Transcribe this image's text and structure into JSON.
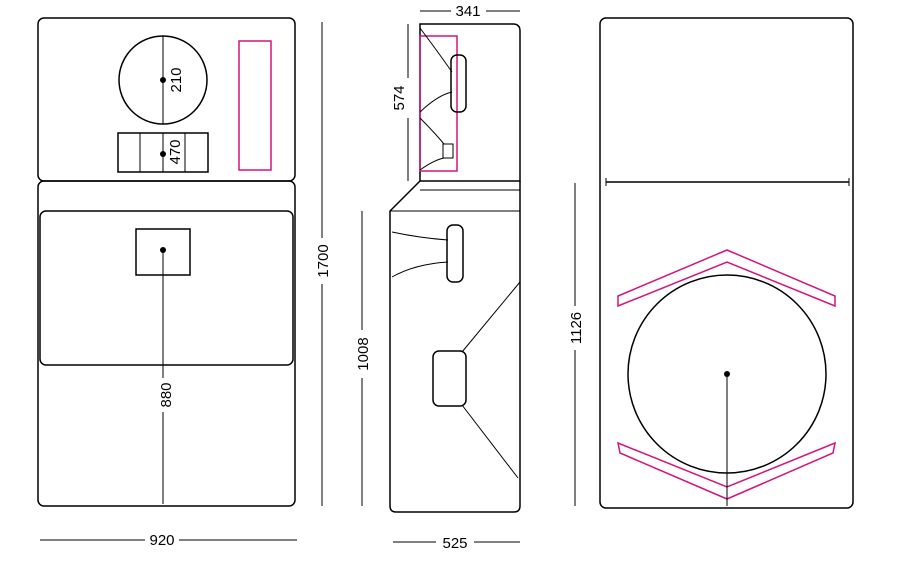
{
  "dimensions": {
    "front_width": "920",
    "front_height": "1700",
    "woofer_top_diameter": "210",
    "mid_box_height": "470",
    "lower_center": "880",
    "side_top_depth": "341",
    "side_top_height": "574",
    "side_bottom_height": "1008",
    "side_bottom_depth": "525",
    "sub_height": "1126"
  },
  "colors": {
    "line": "#000000",
    "accent": "#d4147a"
  }
}
